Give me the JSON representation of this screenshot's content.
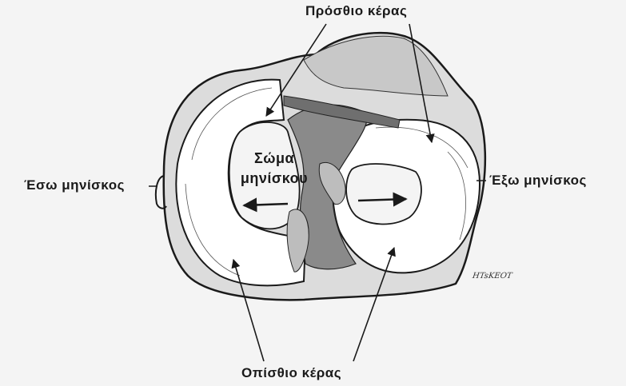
{
  "labels": {
    "anterior_horn": "Πρόσθιο κέρας",
    "medial_meniscus": "Έσω μηνίσκος",
    "lateral_meniscus": "Έξω μηνίσκος",
    "meniscus_body_line1": "Σώμα",
    "meniscus_body_line2": "μηνίσκου",
    "posterior_horn": "Οπίσθιο κέρας"
  },
  "signature": "HTsKEOT",
  "colors": {
    "background": "#f4f4f4",
    "ink": "#1a1a1a",
    "meniscus_fill": "#ffffff",
    "tibia_fill": "#d9d9d9",
    "ligament_fill": "#8a8a8a"
  }
}
